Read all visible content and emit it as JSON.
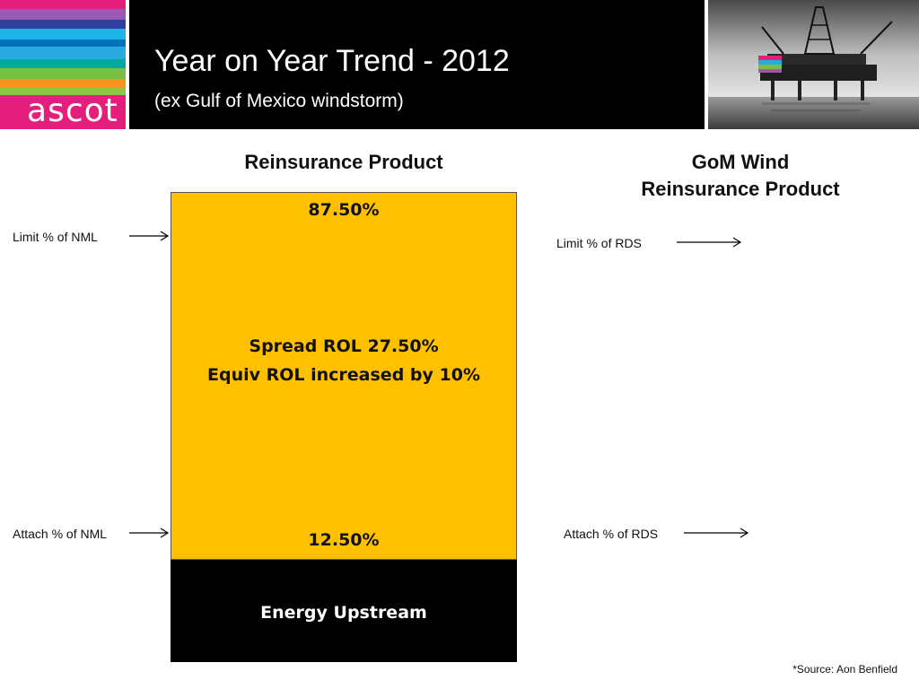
{
  "header": {
    "logo_text": "ascot",
    "title": "Year on Year Trend - 2012",
    "subtitle": "(ex Gulf of Mexico windstorm)"
  },
  "logo_stripe_colors": [
    "#e41f7b",
    "#9b59b6",
    "#3a4fb5",
    "#1fb5e6",
    "#7ac143",
    "#00a99d",
    "#f7941d",
    "#e41f7b",
    "#ec008c"
  ],
  "left_column": {
    "heading": "Reinsurance Product",
    "limit_value": "87.50%",
    "spread_line": "Spread ROL 27.50%",
    "equiv_line": "Equiv ROL increased by 10%",
    "attach_value": "12.50%",
    "base_label": "Energy Upstream",
    "limit_label": "Limit % of NML",
    "attach_label": "Attach % of NML"
  },
  "right_column": {
    "heading_line1": "GoM Wind",
    "heading_line2": "Reinsurance Product",
    "limit_label": "Limit % of RDS",
    "attach_label": "Attach % of RDS"
  },
  "colors": {
    "layer_fill": "#ffc000",
    "base_fill": "#000000",
    "header_bg": "#000000"
  },
  "footer": {
    "source": "*Source: Aon Benfield"
  }
}
